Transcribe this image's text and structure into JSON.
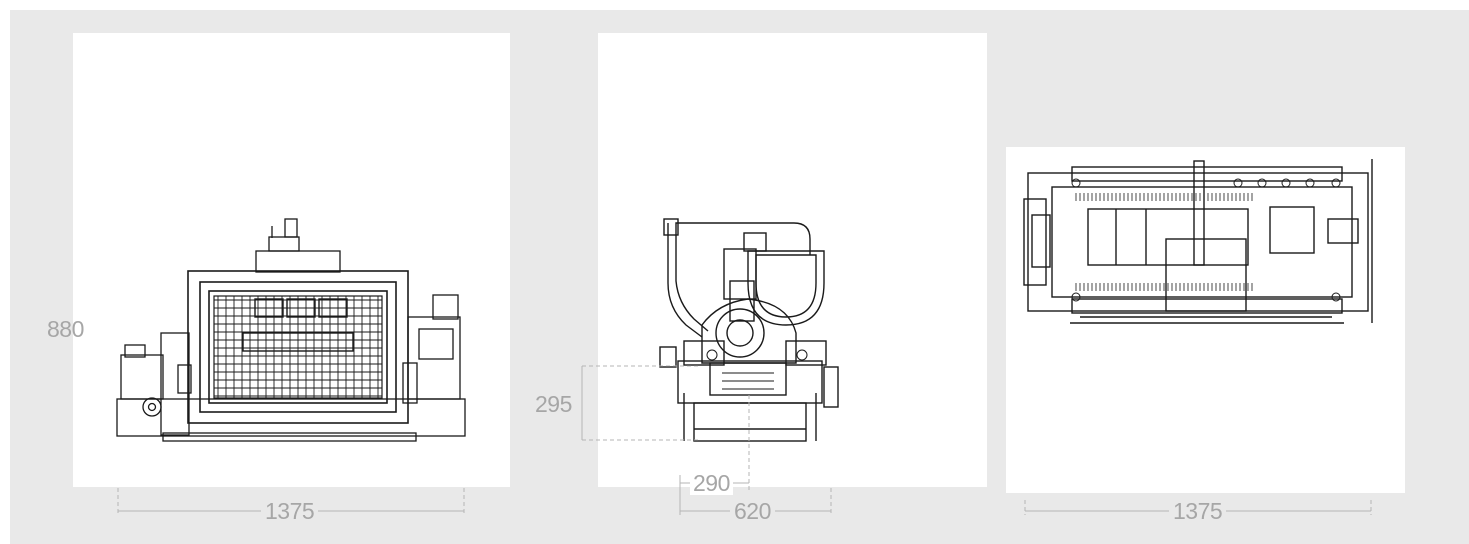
{
  "dimensions": {
    "front_height": "880",
    "front_width": "1375",
    "side_height": "295",
    "side_offset": "290",
    "side_width": "620",
    "top_length": "1375"
  },
  "colors": {
    "background": "#e9e9e9",
    "panel": "#ffffff",
    "line": "#1a1a1a",
    "dimension": "#a6a6a6"
  }
}
